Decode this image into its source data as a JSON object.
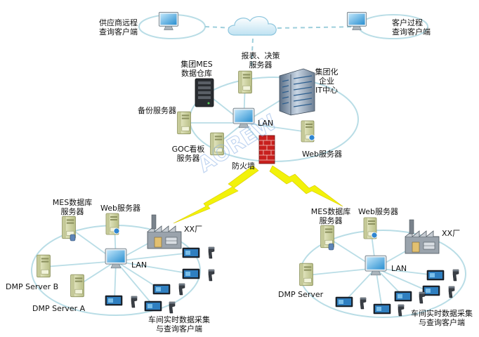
{
  "colors": {
    "link": "#b9dde6",
    "dashed_link": "#9ecfdc",
    "lightning": "#f2f20a",
    "firewall": "#c8201e",
    "server_body": "#d7dcab",
    "server_face": "#a8b070",
    "monitor_screen": "#3aa0dc",
    "watermark": "#8fb4e6"
  },
  "top": {
    "supplier_client": [
      "供应商远程",
      "查询客户端"
    ],
    "customer_client": [
      "客户过程",
      "查询客户端"
    ]
  },
  "center": {
    "report_server": [
      "报表、决策",
      "服务器"
    ],
    "mes_warehouse": [
      "集团MES",
      "数据仓库"
    ],
    "it_center": [
      "集团化",
      "企业",
      "IT中心"
    ],
    "backup_server": "备份服务器",
    "lan": "LAN",
    "goc_server": [
      "GOC看板",
      "服务器"
    ],
    "web_server": "Web服务器",
    "firewall": "防火墙",
    "watermark": "AOREW"
  },
  "left_plant": {
    "mes_db": [
      "MES数据库",
      "服务器"
    ],
    "web_server": "Web服务器",
    "factory": "XX厂",
    "lan": "LAN",
    "dmp_b": "DMP Server B",
    "dmp_a": "DMP Server A",
    "workshop": [
      "车间实时数据采集",
      "与查询客户端"
    ]
  },
  "right_plant": {
    "mes_db": [
      "MES数据库",
      "服务器"
    ],
    "web_server": "Web服务器",
    "factory": "XX厂",
    "lan": "LAN",
    "dmp": "DMP Server",
    "workshop": [
      "车间实时数据采集",
      "与查询客户端"
    ]
  }
}
